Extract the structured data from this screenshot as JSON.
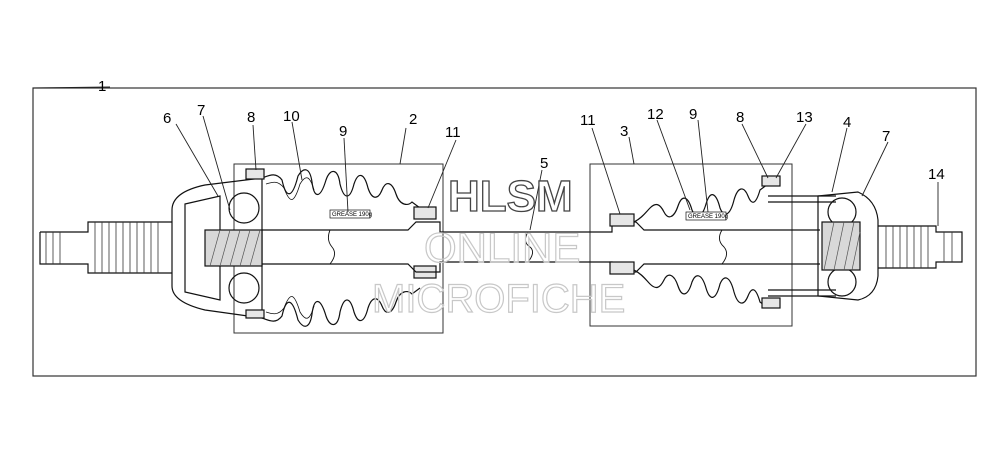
{
  "callouts": {
    "c1": "1",
    "c2": "2",
    "c3": "3",
    "c4": "4",
    "c5": "5",
    "c6": "6",
    "c7_left": "7",
    "c7_right": "7",
    "c8_left": "8",
    "c8_right": "8",
    "c9_left": "9",
    "c9_right": "9",
    "c10": "10",
    "c11_left": "11",
    "c11_right": "11",
    "c12": "12",
    "c13": "13",
    "c14": "14"
  },
  "boot_labels": {
    "left": "GREASE 190g",
    "right": "GREASE 190g"
  },
  "watermark": {
    "line1": "HLSM",
    "line2": "ONLINE",
    "line3": "MICROFICHE"
  }
}
